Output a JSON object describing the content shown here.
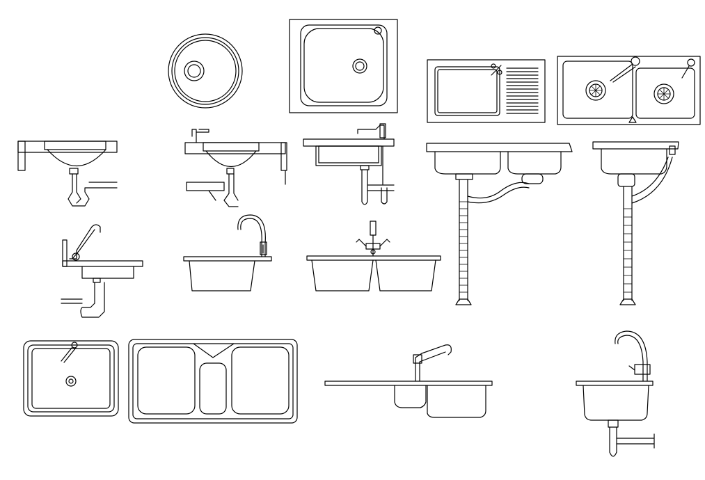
{
  "sheet": {
    "background": "#ffffff",
    "line_color": "#000000"
  },
  "symbols": [
    {
      "id": "round-sink-plan",
      "view": "plan"
    },
    {
      "id": "square-sink-plan",
      "view": "plan"
    },
    {
      "id": "sink-with-drainboard-plan",
      "view": "plan"
    },
    {
      "id": "double-sink-plan",
      "view": "plan"
    },
    {
      "id": "vanity-sink-section",
      "view": "section"
    },
    {
      "id": "vanity-sink-section-with-tap",
      "view": "section"
    },
    {
      "id": "square-sink-section-with-tap",
      "view": "section"
    },
    {
      "id": "double-sink-elevation-with-drain-hose",
      "view": "elevation"
    },
    {
      "id": "single-sink-elevation-with-drain-hose",
      "view": "elevation"
    },
    {
      "id": "wall-sink-with-tap-section",
      "view": "section"
    },
    {
      "id": "single-bowl-with-gooseneck-tap",
      "view": "elevation"
    },
    {
      "id": "double-bowl-with-mixer-tap",
      "view": "elevation"
    },
    {
      "id": "rectangular-sink-plan",
      "view": "plan"
    },
    {
      "id": "three-bowl-sink-plan",
      "view": "plan"
    },
    {
      "id": "undermount-double-sink-elevation",
      "view": "elevation"
    },
    {
      "id": "bowl-with-tap-and-trap-elevation",
      "view": "elevation"
    }
  ]
}
